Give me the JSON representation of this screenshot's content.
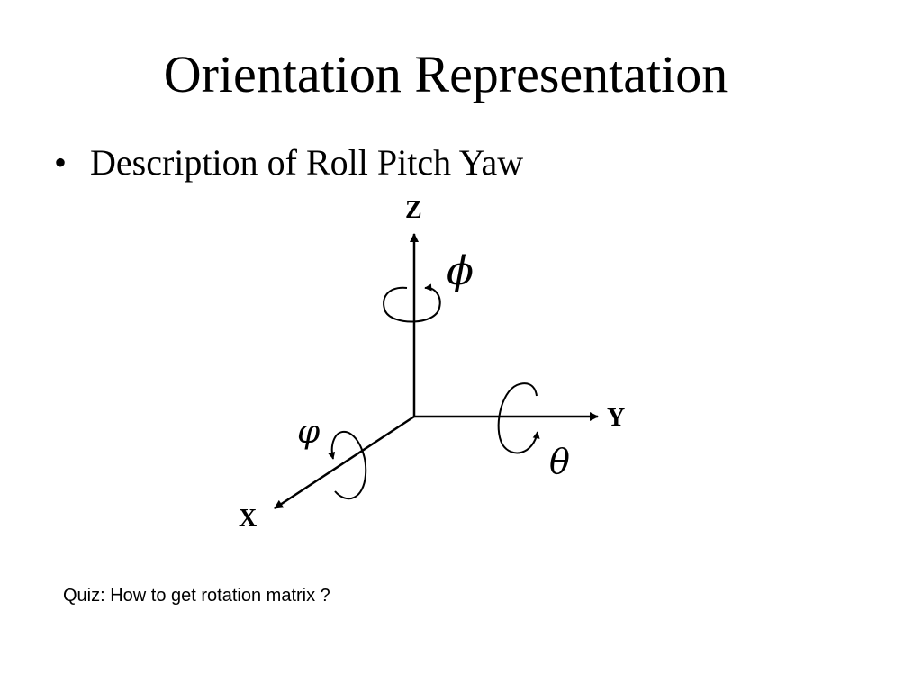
{
  "slide": {
    "title": "Orientation Representation",
    "bullet_marker": "•",
    "bullet_text": "Description of Roll Pitch Yaw",
    "quiz_text": "Quiz: How to get rotation matrix ?"
  },
  "diagram": {
    "axis_z_label": "Z",
    "axis_y_label": "Y",
    "axis_x_label": "X",
    "yaw_symbol": "ϕ",
    "pitch_symbol": "θ",
    "roll_symbol": "φ"
  }
}
